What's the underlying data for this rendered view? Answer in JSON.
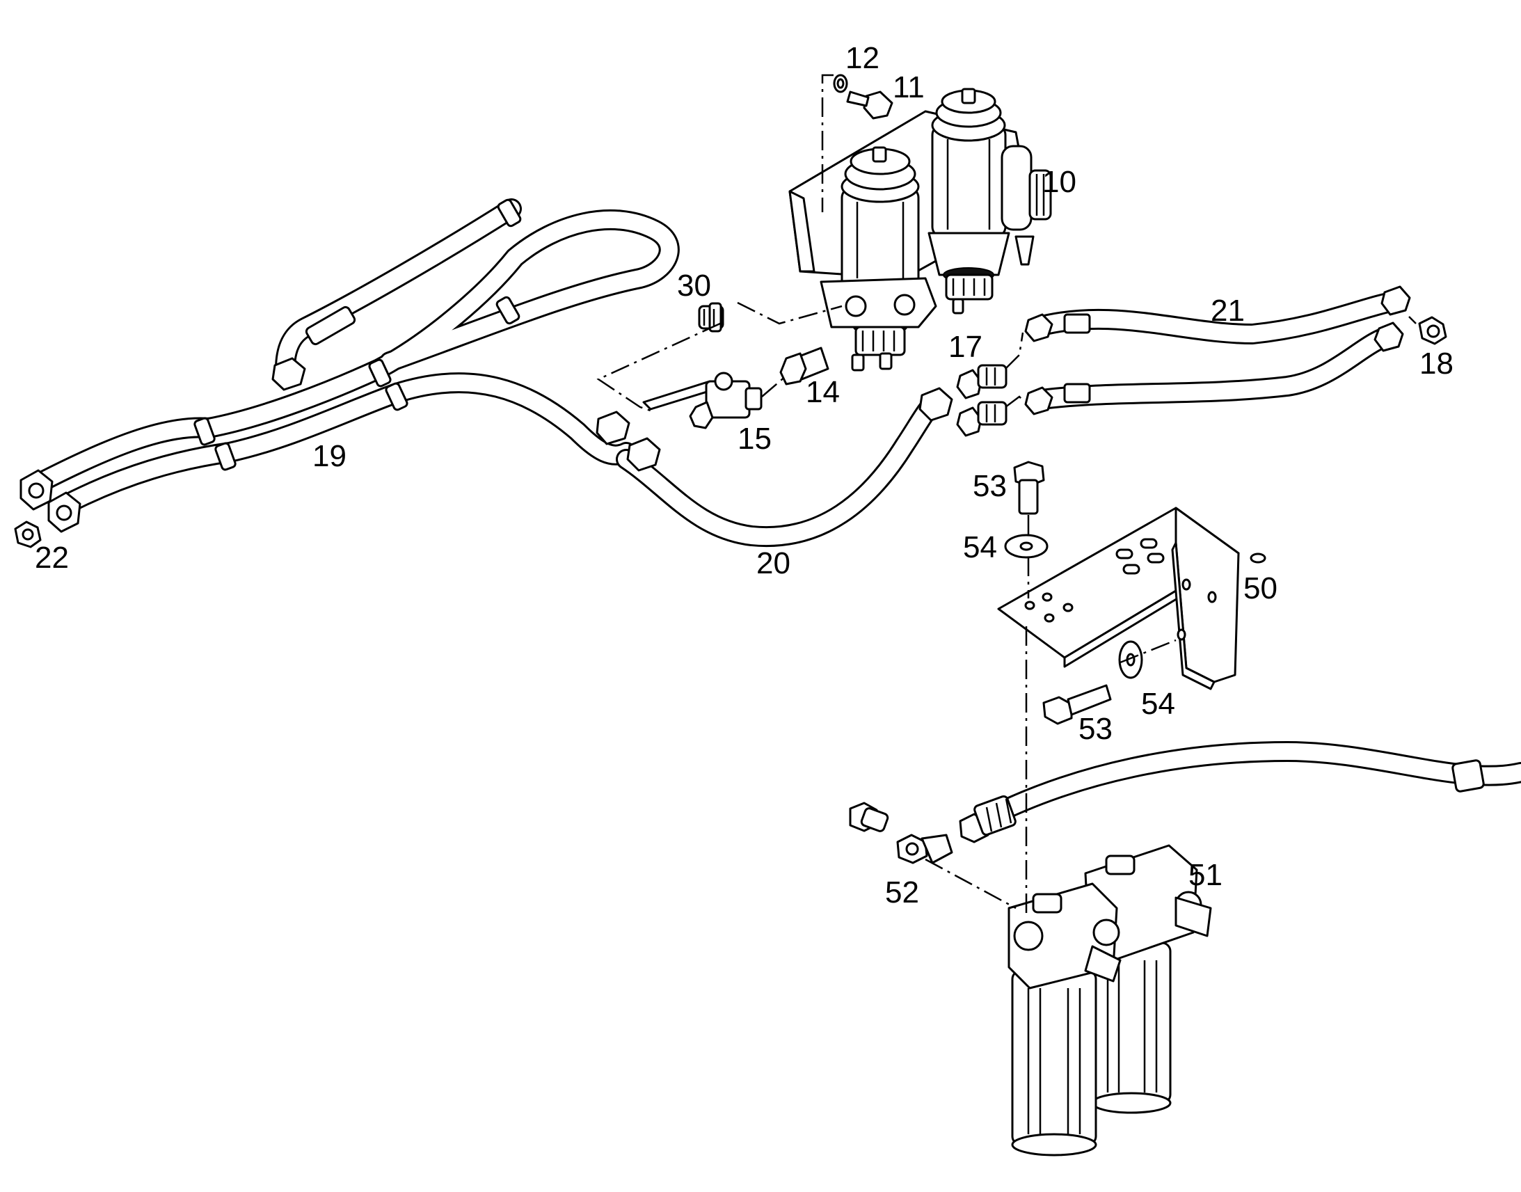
{
  "callouts": {
    "n10": "10",
    "n11": "11",
    "n12": "12",
    "n14": "14",
    "n15": "15",
    "n17": "17",
    "n18": "18",
    "n19": "19",
    "n20": "20",
    "n21": "21",
    "n22": "22",
    "n30": "30",
    "n50": "50",
    "n51": "51",
    "n52": "52",
    "n53a": "53",
    "n53b": "53",
    "n54a": "54",
    "n54b": "54"
  },
  "colors": {
    "line": "#000000",
    "background": "#ffffff"
  }
}
